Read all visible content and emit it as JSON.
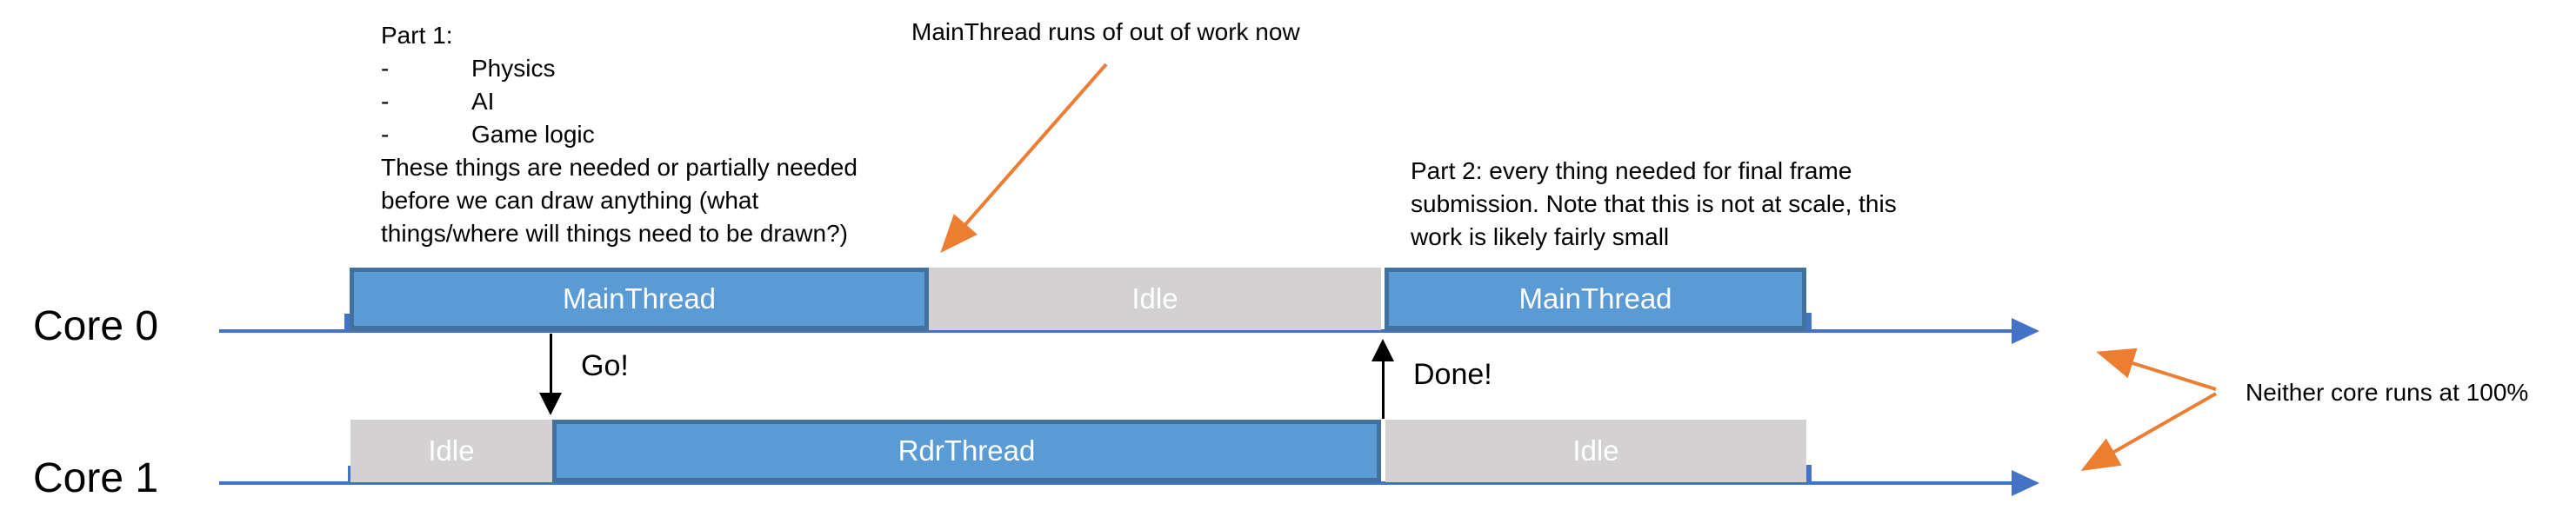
{
  "annotations": {
    "part1": {
      "title": "Part 1:",
      "bullet_marker": "-",
      "bullets": [
        "Physics",
        "AI",
        "Game logic"
      ],
      "body_lines": [
        "These things are needed or partially needed",
        "before we can draw anything (what",
        "things/where will things need to be drawn?)"
      ]
    },
    "main_thread_note": "MainThread runs of out of work now",
    "part2_lines": [
      "Part 2: every thing needed for final frame",
      "submission. Note that this is not at scale, this",
      "work is likely fairly small"
    ],
    "neither_core_note": "Neither core runs at 100%"
  },
  "cores": [
    {
      "label": "Core 0",
      "segments": [
        {
          "label": "MainThread",
          "type": "busy"
        },
        {
          "label": "Idle",
          "type": "idle"
        },
        {
          "label": "MainThread",
          "type": "busy"
        }
      ]
    },
    {
      "label": "Core 1",
      "segments": [
        {
          "label": "Idle",
          "type": "idle"
        },
        {
          "label": "RdrThread",
          "type": "busy"
        },
        {
          "label": "Idle",
          "type": "idle"
        }
      ]
    }
  ],
  "signals": {
    "go": "Go!",
    "done": "Done!"
  },
  "colors": {
    "busy_fill": "#5B9BD5",
    "busy_border": "#41719C",
    "idle_fill": "#D3D1D1",
    "axis_blue": "#4472C4",
    "arrow_orange": "#ED7D31",
    "block_text": "#FFFFFF",
    "text_black": "#000000"
  }
}
